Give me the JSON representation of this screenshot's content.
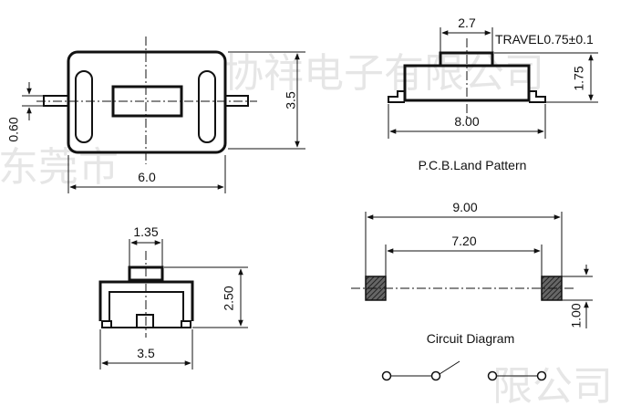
{
  "watermark": {
    "text_left": "东莞市",
    "text_right": "协祥电子有限公司",
    "text_bottom_right": "限公司"
  },
  "top_view": {
    "width_label": "6.0",
    "height_label": "3.5",
    "lead_label": "0.60"
  },
  "side_view": {
    "actuator_label": "2.7",
    "travel_label": "TRAVEL0.75±0.1",
    "height_label": "1.75",
    "length_label": "8.00"
  },
  "pcb": {
    "title": "P.C.B.Land Pattern",
    "outer_label": "9.00",
    "inner_label": "7.20",
    "pad_label": "1.00"
  },
  "front_view": {
    "actuator_label": "1.35",
    "height_label": "2.50",
    "width_label": "3.5"
  },
  "circuit": {
    "title": "Circuit Diagram"
  }
}
